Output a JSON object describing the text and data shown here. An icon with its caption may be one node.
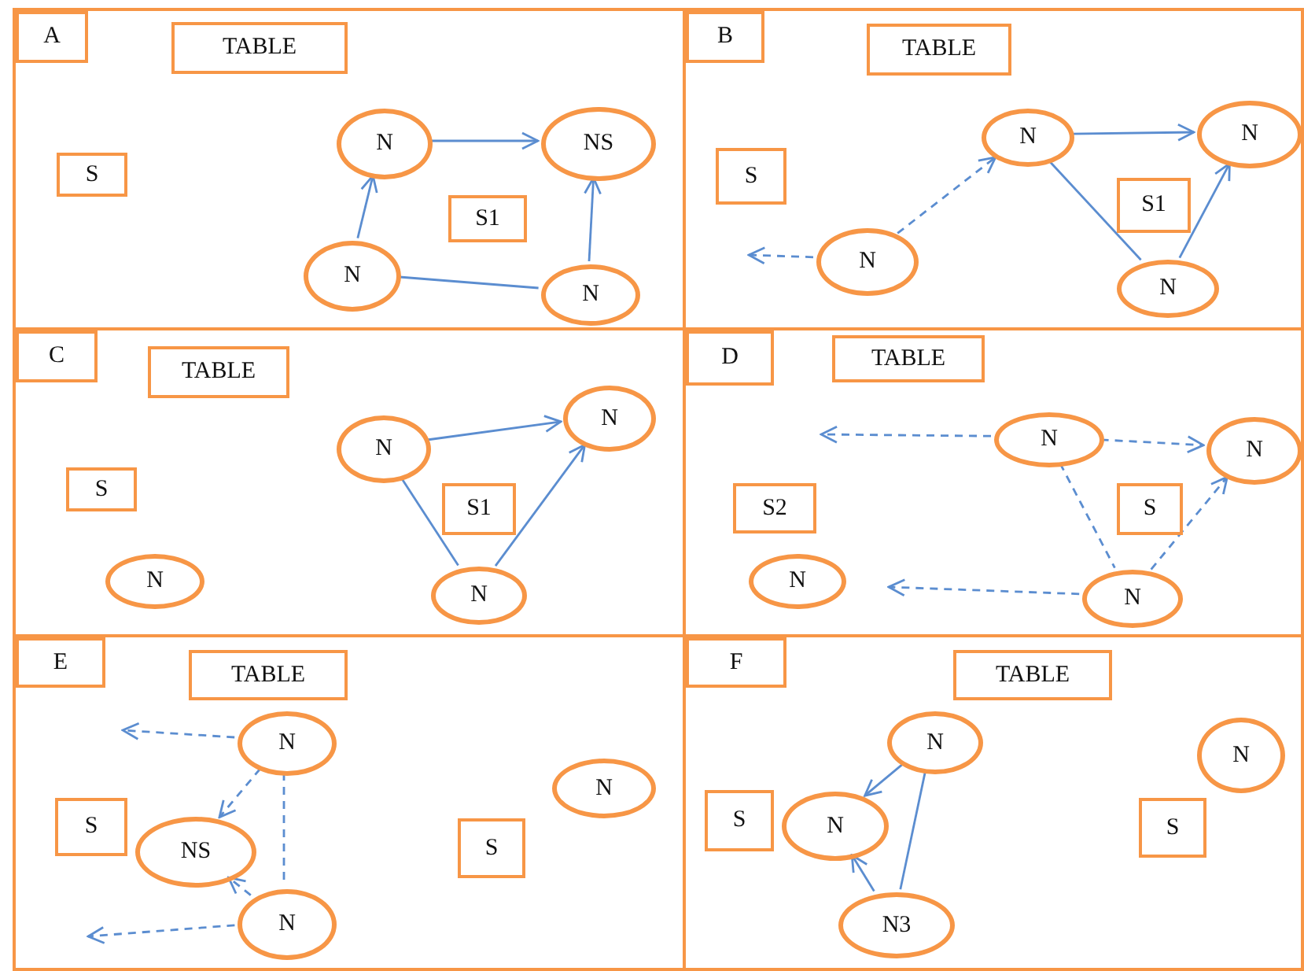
{
  "diagram": {
    "nodes": [
      {
        "text": [],
        "shape": "box"
      },
      {
        "text": [
          "A"
        ],
        "in": 0
      },
      {
        "text": [
          "TABLE"
        ],
        "in": 0
      },
      {
        "text": [
          "S"
        ],
        "in": 0
      },
      {
        "text": [
          "N"
        ],
        "in": 0
      },
      {
        "text": [
          "NS"
        ],
        "in": 0
      },
      {
        "text": [
          "S1"
        ],
        "in": 0
      },
      {
        "text": [
          "N"
        ],
        "in": 0
      },
      {
        "text": [
          "N"
        ],
        "in": 0
      },
      {
        "text": [],
        "shape": "box"
      },
      {
        "text": [
          "B"
        ],
        "in": 9
      },
      {
        "text": [
          "TABLE"
        ],
        "in": 9
      },
      {
        "text": [
          "S"
        ],
        "in": 9
      },
      {
        "text": [
          "N"
        ],
        "in": 9
      },
      {
        "text": [
          "N"
        ],
        "in": 9
      },
      {
        "text": [
          "S1"
        ],
        "in": 9
      },
      {
        "text": [
          "N"
        ],
        "in": 9
      },
      {
        "text": [
          "N"
        ],
        "in": 9
      },
      {
        "text": [],
        "shape": "box"
      },
      {
        "text": [
          "C"
        ],
        "in": 18
      },
      {
        "text": [
          "TABLE"
        ],
        "in": 18
      },
      {
        "text": [
          "S"
        ],
        "in": 18
      },
      {
        "text": [
          "N"
        ],
        "in": 18
      },
      {
        "text": [
          "N"
        ],
        "in": 18
      },
      {
        "text": [
          "N"
        ],
        "in": 18
      },
      {
        "text": [
          "S1"
        ],
        "in": 18
      },
      {
        "text": [
          "N"
        ],
        "in": 18
      },
      {
        "text": [],
        "shape": "box"
      },
      {
        "text": [
          "D"
        ],
        "in": 27
      },
      {
        "text": [
          "TABLE"
        ],
        "in": 27
      },
      {
        "text": [
          "S2"
        ],
        "in": 27
      },
      {
        "text": [
          "N"
        ],
        "in": 27
      },
      {
        "text": [
          "N"
        ],
        "in": 27
      },
      {
        "text": [
          "N"
        ],
        "in": 27
      },
      {
        "text": [
          "S"
        ],
        "in": 27
      },
      {
        "text": [
          "N"
        ],
        "in": 27
      },
      {
        "text": [],
        "shape": "box"
      },
      {
        "text": [
          "E"
        ],
        "in": 36
      },
      {
        "text": [
          "TABLE"
        ],
        "in": 36
      },
      {
        "text": [
          "S"
        ],
        "in": 36
      },
      {
        "text": [
          "N"
        ],
        "in": 36
      },
      {
        "text": [
          "NS"
        ],
        "in": 36
      },
      {
        "text": [
          "N"
        ],
        "in": 36
      },
      {
        "text": [
          "N"
        ],
        "in": 36
      },
      {
        "text": [
          "S"
        ],
        "in": 36
      },
      {
        "text": [],
        "shape": "box"
      },
      {
        "text": [
          "F"
        ],
        "in": 45
      },
      {
        "text": [
          "TABLE"
        ],
        "in": 45
      },
      {
        "text": [
          "S"
        ],
        "in": 45
      },
      {
        "text": [
          "N"
        ],
        "in": 45
      },
      {
        "text": [
          "N"
        ],
        "in": 45
      },
      {
        "text": [
          "N"
        ],
        "in": 45
      },
      {
        "text": [
          "S"
        ],
        "in": 45
      },
      {
        "text": [
          "N3"
        ],
        "in": 45
      }
    ],
    "edges": [
      {
        "from": 7,
        "to": 4,
        "arrow": "to"
      },
      {
        "from": 4,
        "to": 5,
        "arrow": "to"
      },
      {
        "from": 8,
        "to": 5,
        "arrow": "to"
      },
      {
        "from": 7,
        "to": 8,
        "arrow": "none"
      },
      {
        "from": 16,
        "to": null,
        "arrow": "to",
        "style": "dashed"
      },
      {
        "from": 16,
        "to": 13,
        "arrow": "to",
        "style": "dashed"
      },
      {
        "from": 13,
        "to": 14,
        "arrow": "to"
      },
      {
        "from": 13,
        "to": 17,
        "arrow": "none"
      },
      {
        "from": 17,
        "to": 14,
        "arrow": "to"
      },
      {
        "from": 23,
        "to": 24,
        "arrow": "to"
      },
      {
        "from": 23,
        "to": 26,
        "arrow": "none"
      },
      {
        "from": 26,
        "to": 24,
        "arrow": "to"
      },
      {
        "from": 32,
        "to": null,
        "arrow": "to",
        "style": "dashed"
      },
      {
        "from": 32,
        "to": 33,
        "arrow": "to",
        "style": "dashed"
      },
      {
        "from": 32,
        "to": 35,
        "arrow": "none",
        "style": "dashed"
      },
      {
        "from": 35,
        "to": 33,
        "arrow": "to",
        "style": "dashed"
      },
      {
        "from": 35,
        "to": null,
        "arrow": "to",
        "style": "dashed"
      },
      {
        "from": 40,
        "to": null,
        "arrow": "to",
        "style": "dashed"
      },
      {
        "from": 40,
        "to": 41,
        "arrow": "to",
        "style": "dashed"
      },
      {
        "from": 40,
        "to": 42,
        "arrow": "none",
        "style": "dashed"
      },
      {
        "from": 42,
        "to": 41,
        "arrow": "to",
        "style": "dashed"
      },
      {
        "from": 42,
        "to": null,
        "arrow": "to",
        "style": "dashed"
      },
      {
        "from": 49,
        "to": 50,
        "arrow": "to"
      },
      {
        "from": 49,
        "to": 53,
        "arrow": "none"
      },
      {
        "from": 53,
        "to": 50,
        "arrow": "to"
      }
    ]
  }
}
